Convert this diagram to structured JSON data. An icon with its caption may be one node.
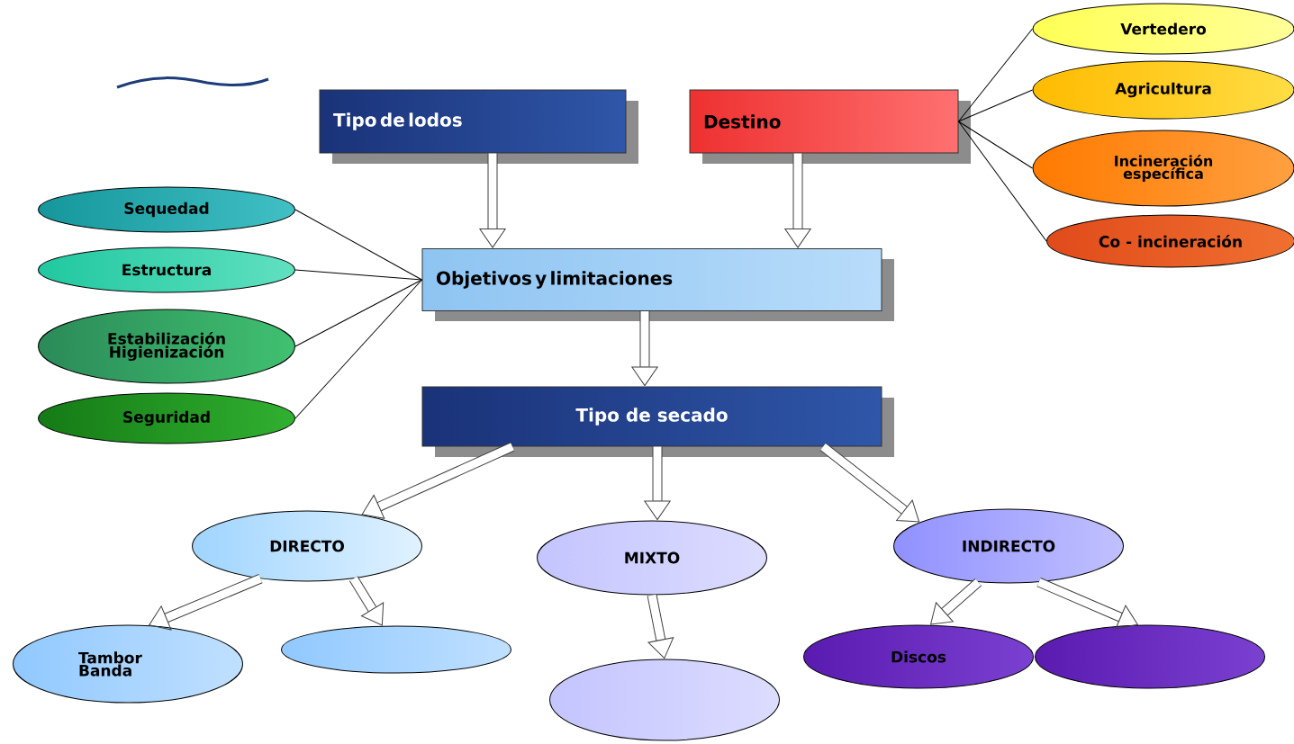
{
  "diagram": {
    "nodes": [
      {
        "text": [
          "Tipo de lodos"
        ]
      },
      {
        "text": [
          "Destino"
        ]
      },
      {
        "text": [
          "Vertedero"
        ]
      },
      {
        "text": [
          "Agricultura"
        ]
      },
      {
        "text": [
          "Incineración específica"
        ]
      },
      {
        "text": [
          "Co - incineración"
        ]
      },
      {
        "text": [
          "Sequedad"
        ]
      },
      {
        "text": [
          "Estructura"
        ]
      },
      {
        "text": [
          "Estabilización Higienización"
        ]
      },
      {
        "text": [
          "Seguridad"
        ]
      },
      {
        "text": [
          "Objetivos y limitaciones"
        ]
      },
      {
        "text": [
          "Tipo de secado"
        ]
      },
      {
        "text": [
          "DIRECTO"
        ]
      },
      {
        "text": [
          "MIXTO"
        ]
      },
      {
        "text": [
          "INDIRECTO"
        ]
      },
      {
        "text": [
          "Tambor Banda"
        ]
      },
      {
        "text": [],
        "shape": "ellipse"
      },
      {
        "text": [],
        "shape": "ellipse"
      },
      {
        "text": [
          "Discos"
        ]
      },
      {
        "text": [],
        "shape": "ellipse"
      }
    ],
    "edges": [
      {
        "from": 1,
        "to": 2,
        "arrow": "none"
      },
      {
        "from": 1,
        "to": 3,
        "arrow": "none"
      },
      {
        "from": 1,
        "to": 4,
        "arrow": "none"
      },
      {
        "from": 1,
        "to": 5,
        "arrow": "none"
      },
      {
        "from": 10,
        "to": 6,
        "arrow": "none"
      },
      {
        "from": 10,
        "to": 7,
        "arrow": "none"
      },
      {
        "from": 10,
        "to": 8,
        "arrow": "none"
      },
      {
        "from": 10,
        "to": 9,
        "arrow": "none"
      },
      {
        "from": 0,
        "to": 10,
        "arrow": "to"
      },
      {
        "from": 1,
        "to": 10,
        "arrow": "to"
      },
      {
        "from": 10,
        "to": 11,
        "arrow": "to"
      },
      {
        "from": 11,
        "to": 12,
        "arrow": "to"
      },
      {
        "from": 11,
        "to": 13,
        "arrow": "to"
      },
      {
        "from": 11,
        "to": 14,
        "arrow": "to"
      },
      {
        "from": 12,
        "to": 15,
        "arrow": "to"
      },
      {
        "from": 12,
        "to": 16,
        "arrow": "to"
      },
      {
        "from": 13,
        "to": 17,
        "arrow": "to"
      },
      {
        "from": 14,
        "to": 18,
        "arrow": "to"
      },
      {
        "from": 14,
        "to": 19,
        "arrow": "to"
      }
    ]
  }
}
